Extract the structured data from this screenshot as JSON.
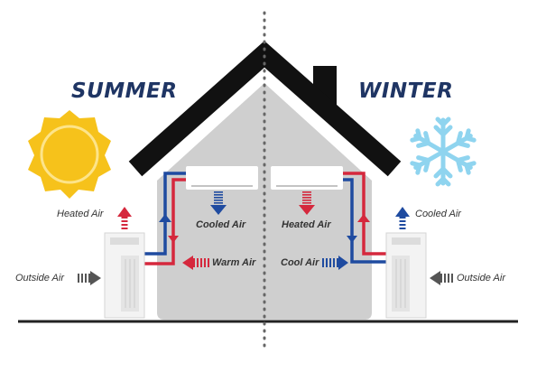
{
  "seasons": {
    "left": "SUMMER",
    "right": "WINTER"
  },
  "summer": {
    "indoor_label": "Cooled Air",
    "return_label": "Warm Air",
    "exhaust_label": "Heated Air",
    "intake_label": "Outside Air"
  },
  "winter": {
    "indoor_label": "Heated Air",
    "return_label": "Cool Air",
    "exhaust_label": "Cooled Air",
    "intake_label": "Outside Air"
  },
  "icons": {
    "sun": "sun-icon",
    "snowflake": "snowflake-icon"
  },
  "colors": {
    "roof": "#111111",
    "house": "#cfcfcf",
    "navy_text": "#1f3564",
    "hot_line": "#d5283d",
    "cold_line": "#1f4ba0",
    "sun": "#f6c21b",
    "snowflake": "#8fd4ef",
    "intake_arrow": "#555555"
  }
}
